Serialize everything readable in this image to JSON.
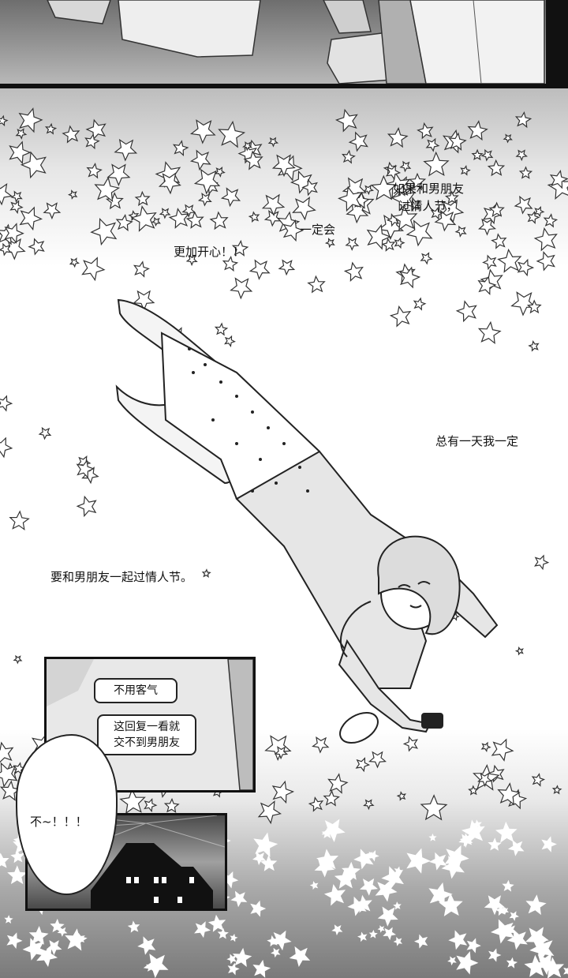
{
  "captions": {
    "line1": "如果和男朋友\n过情人节，",
    "line2": "一定会",
    "line3": "更加开心！！",
    "line4": "总有一天我一定",
    "line5": "要和男朋友一起过情人节。"
  },
  "phone_chat": {
    "message1": "不用客气",
    "message2": "这回复一看就\n交不到男朋友"
  },
  "speech": {
    "text": "不~！！！"
  },
  "colors": {
    "ink": "#111111",
    "screen_tone": "#9a9a9a"
  }
}
